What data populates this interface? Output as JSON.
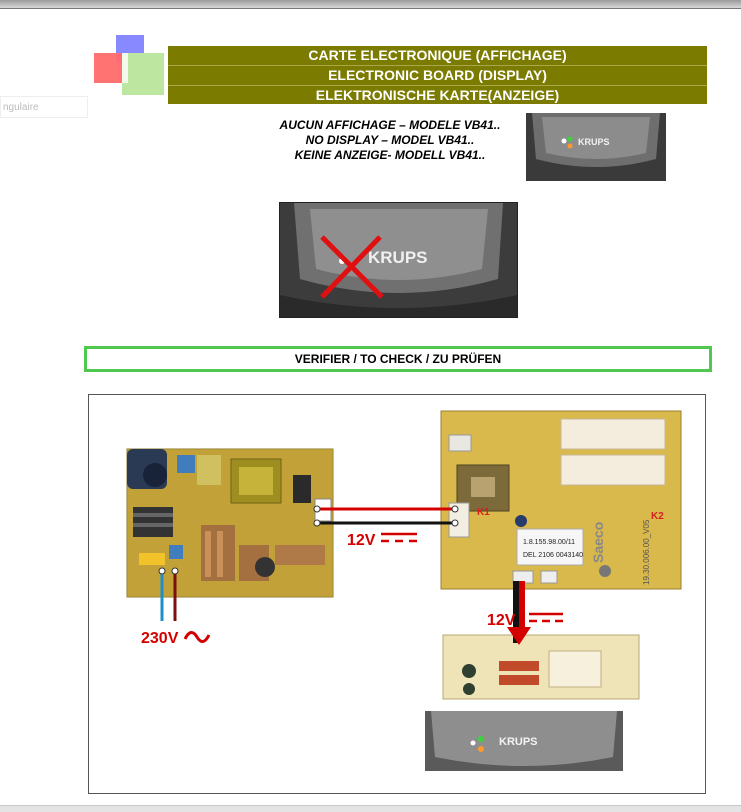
{
  "sidebar": {
    "tab_label": "ngulaire"
  },
  "header": {
    "line_fr": "CARTE ELECTRONIQUE (AFFICHAGE)",
    "line_en": "ELECTRONIC BOARD (DISPLAY)",
    "line_de": "ELEKTRONISCHE KARTE(ANZEIGE)"
  },
  "message": {
    "line_fr": "AUCUN AFFICHAGE – MODELE VB41..",
    "line_en": "NO DISPLAY – MODEL VB41..",
    "line_de": "KEINE ANZEIGE- MODELL VB41.."
  },
  "brand": "KRUPS",
  "check_label": "VERIFIER / TO CHECK / ZU PRÜFEN",
  "diagram": {
    "voltage_dc": "12V",
    "voltage_dc_2": "12V",
    "voltage_ac": "230V",
    "board_label_1": "1.8.155.98.00/11",
    "board_label_2": "DEL 2106 0043140",
    "board_brand": "Saeco",
    "board_code": "19.30.006.00_V05",
    "marker_k1": "K1",
    "marker_k2": "K2"
  },
  "colors": {
    "header_bg": "#7b7b00",
    "check_border": "#4ec84e",
    "wire_red": "#d40000",
    "wire_black": "#111111",
    "wire_blue": "#1e90c8",
    "wire_brown": "#7a1010"
  }
}
